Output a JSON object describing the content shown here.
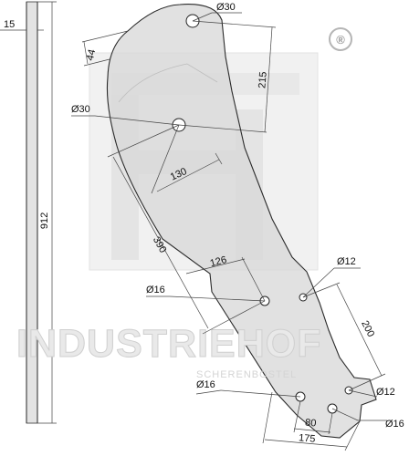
{
  "watermark": {
    "brand": "INDUSTRIEHOF",
    "sub": "SCHERENBOSTEL",
    "registered": "®"
  },
  "side_view": {
    "thickness": "15",
    "length": "912"
  },
  "dimensions": {
    "top_hole_diameter": "Ø30",
    "top_width": "44",
    "hole_spacing_vertical": "215",
    "mid_hole_diameter": "Ø30",
    "mid_offset": "130",
    "long_spacing": "390",
    "horizontal_spacing": "126",
    "lower_hole_left": "Ø16",
    "lower_hole_right": "Ø12",
    "tip_length": "200",
    "bottom_hole_left": "Ø16",
    "bottom_hole_right_top": "Ø12",
    "bottom_hole_right": "Ø16",
    "bottom_spacing_inner": "80",
    "bottom_spacing_outer": "175"
  }
}
